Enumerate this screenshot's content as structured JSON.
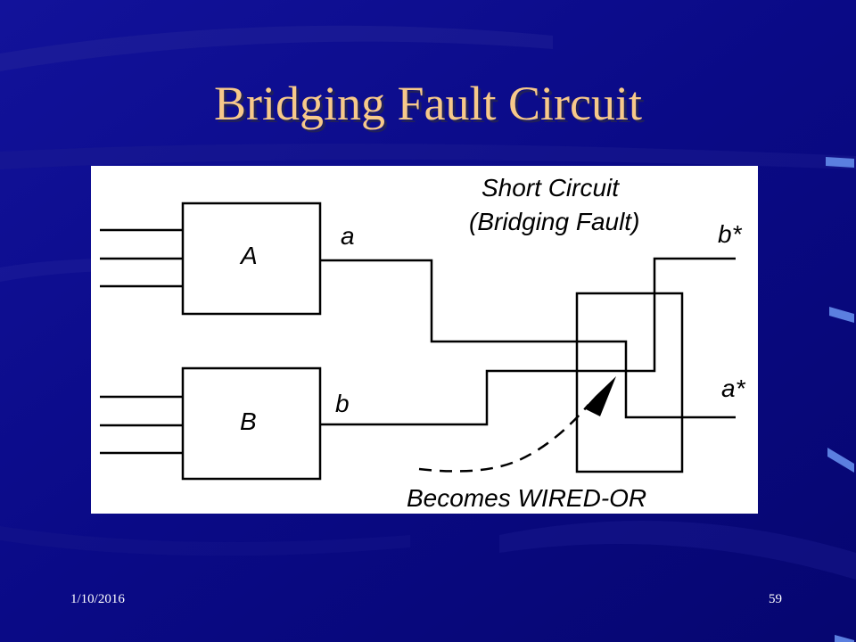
{
  "slide": {
    "title": "Bridging  Fault  Circuit",
    "date": "1/10/2016",
    "page_number": "59"
  },
  "diagram": {
    "block_a_label": "A",
    "block_b_label": "B",
    "signal_a": "a",
    "signal_b": "b",
    "output_b_star": "b*",
    "output_a_star": "a*",
    "annotation_line1": "Short  Circuit",
    "annotation_line2": "(Bridging Fault)",
    "annotation_bottom": "Becomes  WIRED-OR"
  },
  "colors": {
    "background": "#0a0a86",
    "title": "#f7c98a",
    "panel": "#ffffff",
    "ink": "#000000"
  }
}
